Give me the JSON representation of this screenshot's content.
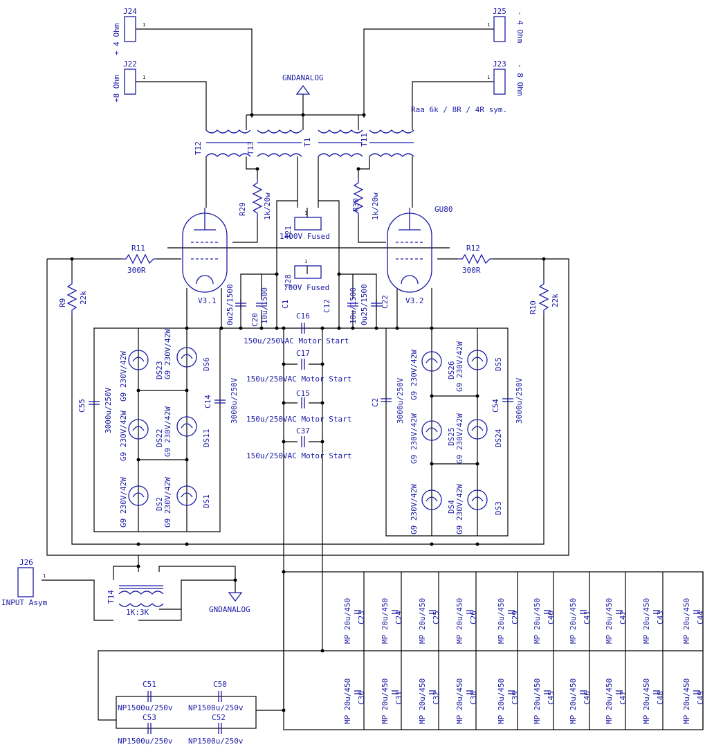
{
  "connectors": {
    "j24": {
      "ref": "J24",
      "label": "+ 4 Ohm",
      "pin": "1"
    },
    "j22": {
      "ref": "J22",
      "label": "+8 Ohm",
      "pin": "1"
    },
    "j25": {
      "ref": "J25",
      "label": "- 4 Ohm",
      "pin": "1"
    },
    "j23": {
      "ref": "J23",
      "label": "- 8 Ohm",
      "pin": "1"
    },
    "j21": {
      "ref": "J21",
      "label": "1400V Fused",
      "pin": "1"
    },
    "j28": {
      "ref": "J28",
      "label": "700V Fused",
      "pin": "1"
    },
    "j26": {
      "ref": "J26",
      "label": "INPUT Asym",
      "pin": "1"
    }
  },
  "gnd_top": "GNDANALOG",
  "gnd_bottom": "GNDANALOG",
  "transformer_note": "Raa 6k / 8R / 4R sym.",
  "transformers": {
    "t12": "T12",
    "t13": "T13",
    "t1": "T1",
    "t11": "T11",
    "t14": "T14",
    "t14_ratio": "1K:3K"
  },
  "tubes": {
    "left": "V3.1",
    "right": "V3.2",
    "type": "GU80"
  },
  "resistors": {
    "r29": {
      "ref": "R29",
      "value": "1k/20w"
    },
    "r30": {
      "ref": "R30",
      "value": "1k/20w"
    },
    "r11": {
      "ref": "R11",
      "value": "300R"
    },
    "r12": {
      "ref": "R12",
      "value": "300R"
    },
    "r9": {
      "ref": "R9",
      "value": "22k"
    },
    "r10": {
      "ref": "R10",
      "value": "22k"
    }
  },
  "caps_top": {
    "c20": {
      "ref": "C20",
      "value": "10u/1500"
    },
    "c1": {
      "ref": "C1",
      "value": "0u25/1500"
    },
    "c12": {
      "ref": "C12",
      "value": "10u/1500"
    },
    "c22": {
      "ref": "C22",
      "value": "0u25/1500"
    }
  },
  "motor_caps": {
    "c16": {
      "ref": "C16",
      "value": "150u/250VAC Motor Start"
    },
    "c17": {
      "ref": "C17",
      "value": "150u/250VAC Motor Start"
    },
    "c15": {
      "ref": "C15",
      "value": "150u/250VAC Motor Start"
    },
    "c37": {
      "ref": "C37",
      "value": "150u/250VAC Motor Start"
    }
  },
  "bank_caps": {
    "c55": {
      "ref": "C55",
      "value": "3000u/250V"
    },
    "c14": {
      "ref": "C14",
      "value": "3000u/250V"
    },
    "c2": {
      "ref": "C2",
      "value": "3000u/250V"
    },
    "c54": {
      "ref": "C54",
      "value": "3000u/250V"
    }
  },
  "lamps_left": [
    {
      "ref": "DS23",
      "value": "G9 230V/42W"
    },
    {
      "ref": "DS6",
      "value": "G9 230V/42W"
    },
    {
      "ref": "DS22",
      "value": "G9 230V/42W"
    },
    {
      "ref": "DS11",
      "value": "G9 230V/42W"
    },
    {
      "ref": "DS2",
      "value": "G9 230V/42W"
    },
    {
      "ref": "DS1",
      "value": "G9 230V/42W"
    }
  ],
  "lamps_right": [
    {
      "ref": "DS26",
      "value": "G9 230V/42W"
    },
    {
      "ref": "DS5",
      "value": "G9 230V/42W"
    },
    {
      "ref": "DS25",
      "value": "G9 230V/42W"
    },
    {
      "ref": "DS24",
      "value": "G9 230V/42W"
    },
    {
      "ref": "DS4",
      "value": "G9 230V/42W"
    },
    {
      "ref": "DS3",
      "value": "G9 230V/42W"
    }
  ],
  "mp_value": "MP 20u/450",
  "mp_row1": [
    "C23",
    "C24",
    "C25",
    "C26",
    "C29",
    "C40",
    "C41",
    "C42",
    "C43",
    "C44"
  ],
  "mp_row2": [
    "C30",
    "C31",
    "C32",
    "C38",
    "C39",
    "C45",
    "C46",
    "C47",
    "C48",
    "C49"
  ],
  "np_caps": {
    "c51": {
      "ref": "C51",
      "value": "NP1500u/250v"
    },
    "c50": {
      "ref": "C50",
      "value": "NP1500u/250v"
    },
    "c53": {
      "ref": "C53",
      "value": "NP1500u/250v"
    },
    "c52": {
      "ref": "C52",
      "value": "NP1500u/250v"
    }
  }
}
